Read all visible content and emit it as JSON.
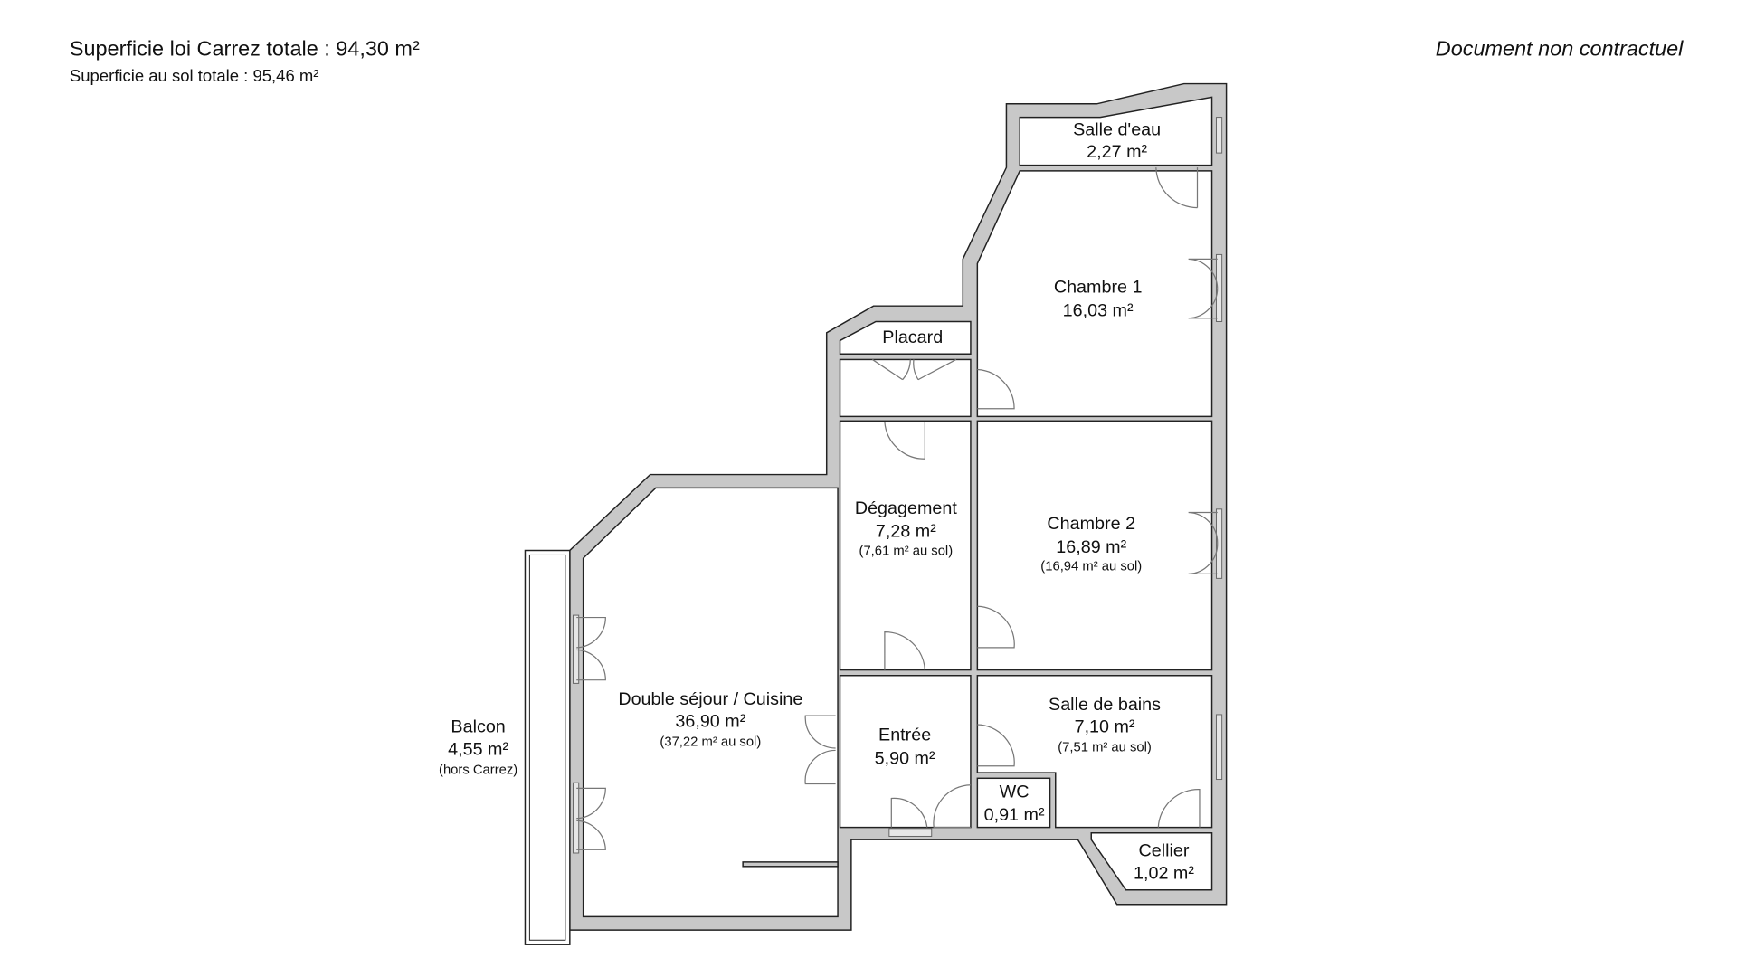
{
  "header": {
    "carrez_total": "Superficie loi Carrez totale :  94,30 m²",
    "floor_total": "Superficie au sol totale :  95,46 m²",
    "disclaimer": "Document non contractuel"
  },
  "colors": {
    "wall": "#c8c8c8",
    "outline": "#222222",
    "room": "#ffffff"
  },
  "rooms": {
    "salle_eau": {
      "name": "Salle d'eau",
      "area": "2,27 m²"
    },
    "chambre1": {
      "name": "Chambre 1",
      "area": "16,03 m²"
    },
    "placard": {
      "name": "Placard"
    },
    "degagement": {
      "name": "Dégagement",
      "area": "7,28 m²",
      "floor": "(7,61 m² au sol)"
    },
    "chambre2": {
      "name": "Chambre 2",
      "area": "16,89 m²",
      "floor": "(16,94 m² au sol)"
    },
    "sejour": {
      "name": "Double séjour / Cuisine",
      "area": "36,90 m²",
      "floor": "(37,22 m² au sol)"
    },
    "balcon": {
      "name": "Balcon",
      "area": "4,55 m²",
      "note": "(hors Carrez)"
    },
    "entree": {
      "name": "Entrée",
      "area": "5,90 m²"
    },
    "salle_bains": {
      "name": "Salle de bains",
      "area": "7,10 m²",
      "floor": "(7,51 m² au sol)"
    },
    "wc": {
      "name": "WC",
      "area": "0,91 m²"
    },
    "cellier": {
      "name": "Cellier",
      "area": "1,02 m²"
    }
  }
}
